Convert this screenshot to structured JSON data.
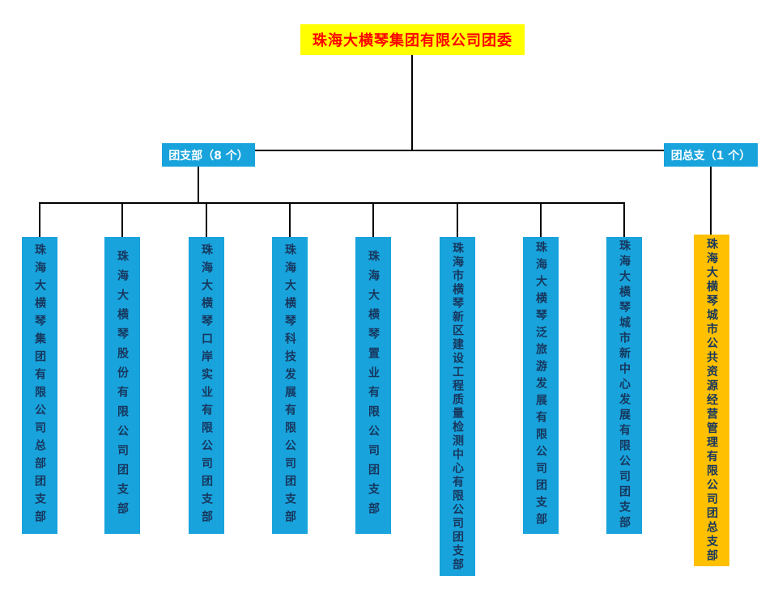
{
  "root": {
    "label": "珠海大横琴集团有限公司团委"
  },
  "groups": {
    "branches": {
      "label": "团支部（8 个）"
    },
    "general": {
      "label": "团总支（1 个）"
    }
  },
  "branches": [
    {
      "name": "珠海大横琴集团有限公司总部团支部"
    },
    {
      "name": "珠海大横琴股份有限公司团支部"
    },
    {
      "name": "珠海大横琴口岸实业有限公司团支部"
    },
    {
      "name": "珠海大横琴科技发展有限公司团支部"
    },
    {
      "name": "珠海大横琴置业有限公司团支部"
    },
    {
      "name": "珠海市横琴新区建设工程质量检测中心有限公司团支部"
    },
    {
      "name": "珠海大横琴泛旅游发展有限公司团支部"
    },
    {
      "name": "珠海大横琴城市新中心发展有限公司团支部"
    }
  ],
  "general_branch": {
    "name": "珠海大横琴城市公共资源经营管理有限公司团总支部"
  },
  "colors": {
    "title_bg": "#FFFF00",
    "title_text": "#FF0000",
    "node_blue": "#18A3DC",
    "node_text_white": "#FFFFFF",
    "branch_text": "#17375E",
    "general_bg": "#FFC000",
    "connector": "#000000"
  }
}
